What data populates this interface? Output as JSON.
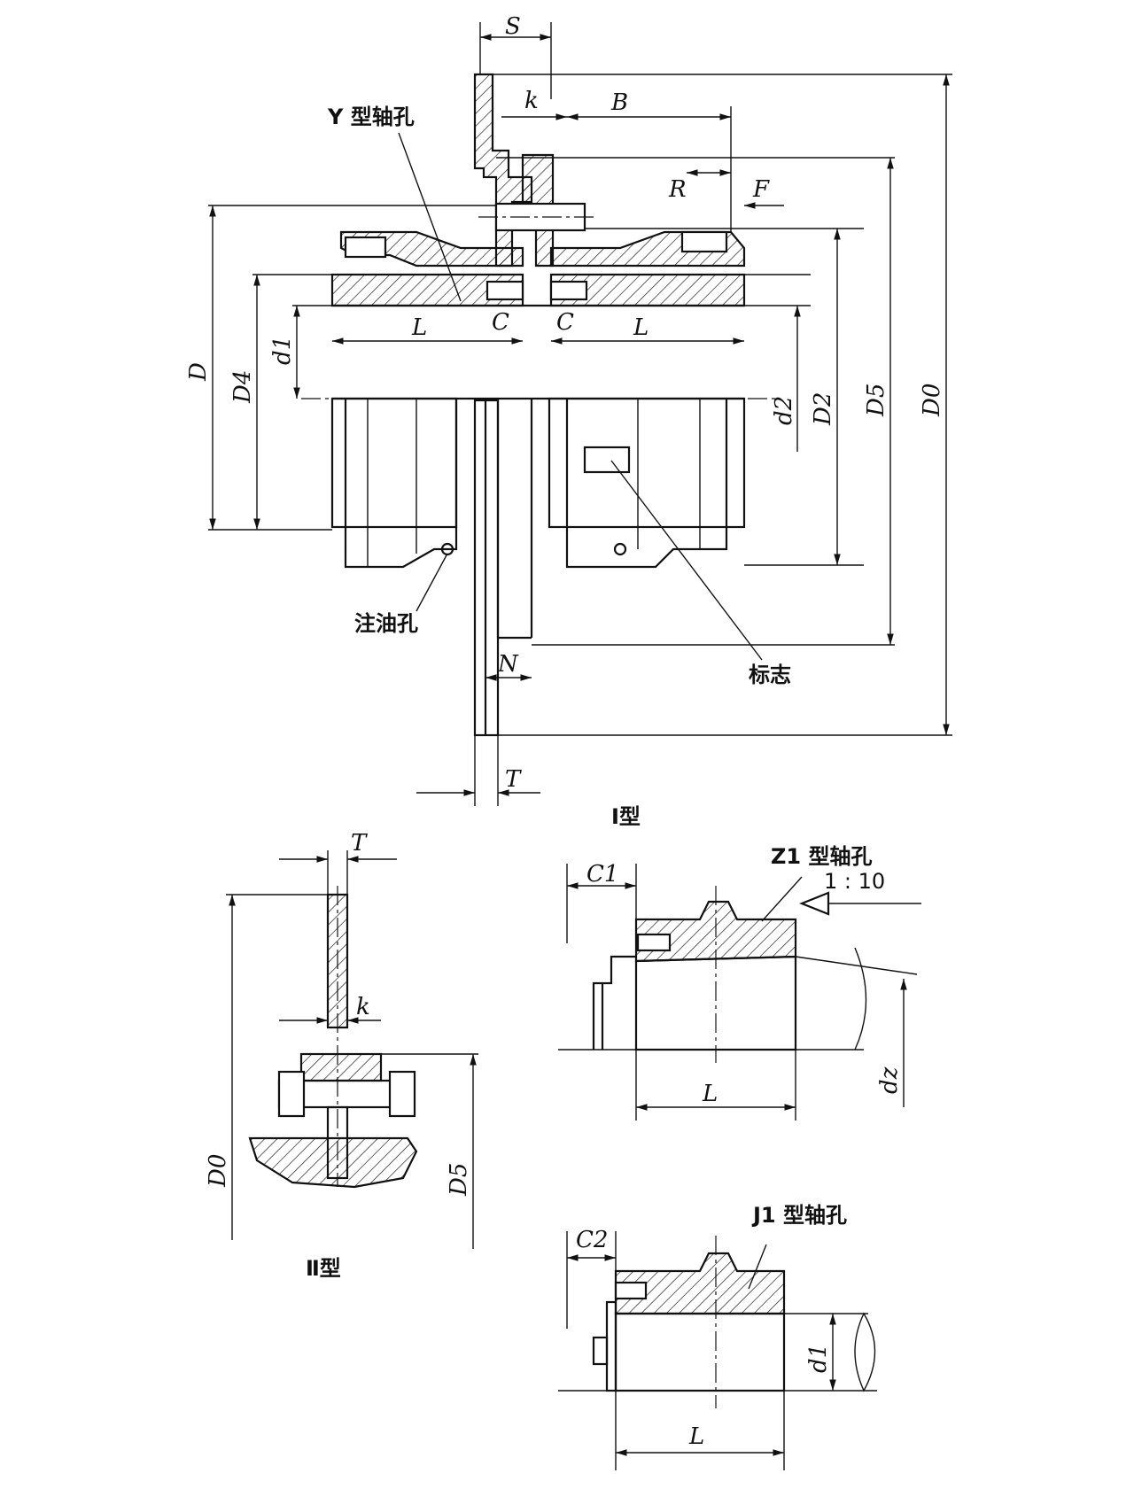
{
  "type1": {
    "caption": "Ⅰ型",
    "callouts": {
      "shaft_hole_y": "Y 型轴孔",
      "oil_hole": "注油孔",
      "mark": "标志"
    },
    "dims": {
      "S": "S",
      "k": "k",
      "B": "B",
      "R": "R",
      "F": "F",
      "C_left": "C",
      "C_right": "C",
      "L_left": "L",
      "L_right": "L",
      "N": "N",
      "T": "T",
      "D": "D",
      "D4": "D4",
      "d1": "d1",
      "d2": "d2",
      "D2": "D2",
      "D5": "D5",
      "D0": "D0"
    }
  },
  "type2": {
    "caption": "Ⅱ型",
    "dims": {
      "T": "T",
      "k": "k",
      "D0": "D0",
      "D5": "D5"
    }
  },
  "z1_detail": {
    "callout": "Z1 型轴孔",
    "taper": "1 : 10",
    "dims": {
      "C1": "C1",
      "L": "L",
      "dz": "dz"
    }
  },
  "j1_detail": {
    "callout": "J1 型轴孔",
    "dims": {
      "C2": "C2",
      "L": "L",
      "d1": "d1"
    }
  }
}
